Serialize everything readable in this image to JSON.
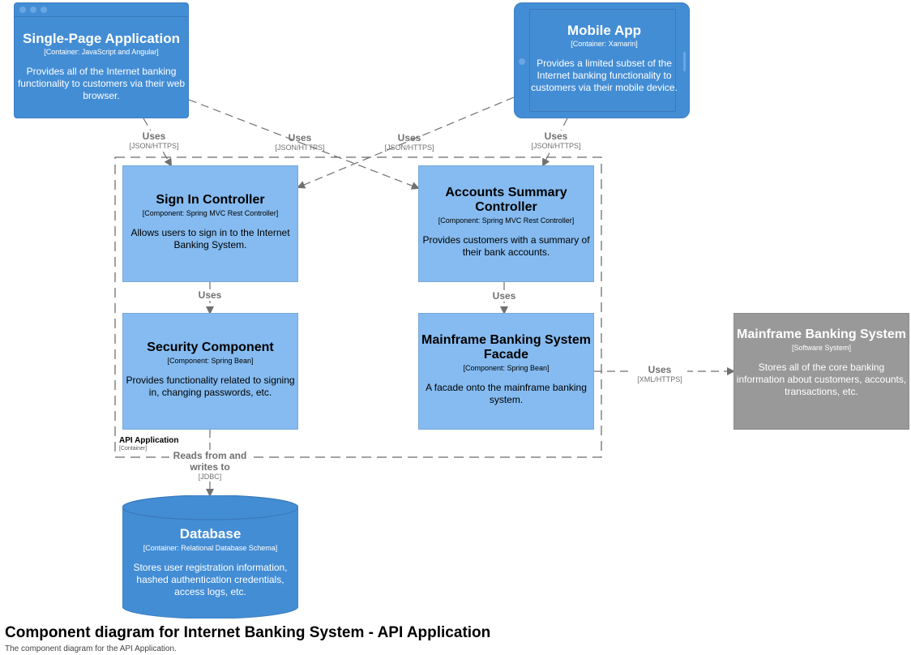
{
  "elements": {
    "spa": {
      "name": "Single-Page Application",
      "tech": "[Container: JavaScript and Angular]",
      "desc": "Provides all of the Internet banking functionality to customers via their web browser."
    },
    "mobile": {
      "name": "Mobile App",
      "tech": "[Container: Xamarin]",
      "desc": "Provides a limited subset of the Internet banking functionality to customers via their mobile device."
    },
    "signin": {
      "name": "Sign In Controller",
      "tech": "[Component: Spring MVC Rest Controller]",
      "desc": "Allows users to sign in to the Internet Banking System."
    },
    "accounts": {
      "name": "Accounts Summary Controller",
      "tech": "[Component: Spring MVC Rest Controller]",
      "desc": "Provides customers with a summary of their bank accounts."
    },
    "security": {
      "name": "Security Component",
      "tech": "[Component: Spring Bean]",
      "desc": "Provides functionality related to signing in, changing passwords, etc."
    },
    "facade": {
      "name": "Mainframe Banking System Facade",
      "tech": "[Component: Spring Bean]",
      "desc": "A facade onto the mainframe banking system."
    },
    "mainframe": {
      "name": "Mainframe Banking System",
      "tech": "[Software System]",
      "desc": "Stores all of the core banking information about customers, accounts, transactions, etc."
    },
    "database": {
      "name": "Database",
      "tech": "[Container: Relational Database Schema]",
      "desc": "Stores user registration information, hashed authentication credentials, access logs, etc."
    }
  },
  "boundary": {
    "name": "API Application",
    "type": "[Container]"
  },
  "relationships": {
    "spa_signin": {
      "label": "Uses",
      "protocol": "[JSON/HTTPS]"
    },
    "spa_accounts": {
      "label": "Uses",
      "protocol": "[JSON/HTTPS]"
    },
    "mobile_signin": {
      "label": "Uses",
      "protocol": "[JSON/HTTPS]"
    },
    "mobile_accounts": {
      "label": "Uses",
      "protocol": "[JSON/HTTPS]"
    },
    "signin_security": {
      "label": "Uses"
    },
    "accounts_facade": {
      "label": "Uses"
    },
    "facade_mainframe": {
      "label": "Uses",
      "protocol": "[XML/HTTPS]"
    },
    "security_database": {
      "label": "Reads from and writes to",
      "protocol": "[JDBC]"
    }
  },
  "footer": {
    "title": "Component diagram for Internet Banking System - API Application",
    "subtitle": "The component diagram for the API Application."
  },
  "colors": {
    "container": "#438dd5",
    "component": "#85bbf0",
    "software_system": "#999999",
    "relationship": "#707070"
  }
}
